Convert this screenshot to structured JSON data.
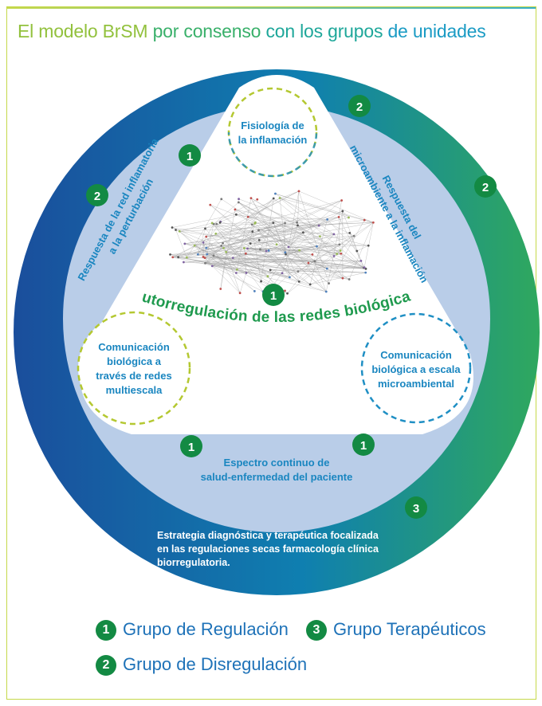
{
  "title": {
    "part1": "El modelo BrSM",
    "part2": " por consenso",
    "part3": " con los grupos",
    "part4": " de unidades"
  },
  "diagram": {
    "center_label": "Autorregulación de las redes biológicas",
    "top_circle": [
      "Fisiología de",
      "la inflamación"
    ],
    "left_circle": [
      "Comunicación",
      "biológica a",
      "través de redes",
      "multiescala"
    ],
    "right_circle": [
      "Comunicación",
      "biológica a escala",
      "microambiental"
    ],
    "left_band": [
      "Respuesta de la red inflamatoria",
      "a la perturbación"
    ],
    "right_band": [
      "Respuesta del",
      "microambiente a la inflamación"
    ],
    "bottom_band": [
      "Espectro continuo de",
      "salud-enfermedad del paciente"
    ],
    "outer_text": [
      "Estrategia diagnóstica y terapéutica focalizada",
      "en las regulaciones secas farmacología clínica",
      "biorregulatoria."
    ],
    "badges": {
      "outer_top": "2",
      "outer_right": "2",
      "left_top": "1",
      "left_band": "2",
      "center": "1",
      "bottom_left": "1",
      "bottom_right": "1",
      "outer_bottom": "3"
    }
  },
  "legend": [
    {
      "num": "1",
      "label": "Grupo de Regulación"
    },
    {
      "num": "3",
      "label": "Grupo Terapéuticos"
    },
    {
      "num": "2",
      "label": "Grupo de Disregulación"
    }
  ],
  "colors": {
    "ring_start": "#1a4e9c",
    "ring_mid": "#0f7fb0",
    "ring_end": "#2fa85e",
    "band": "#b9cde8",
    "badge": "#138a43",
    "blue_text": "#1a86c0",
    "center_text": "#1f9a4e"
  }
}
